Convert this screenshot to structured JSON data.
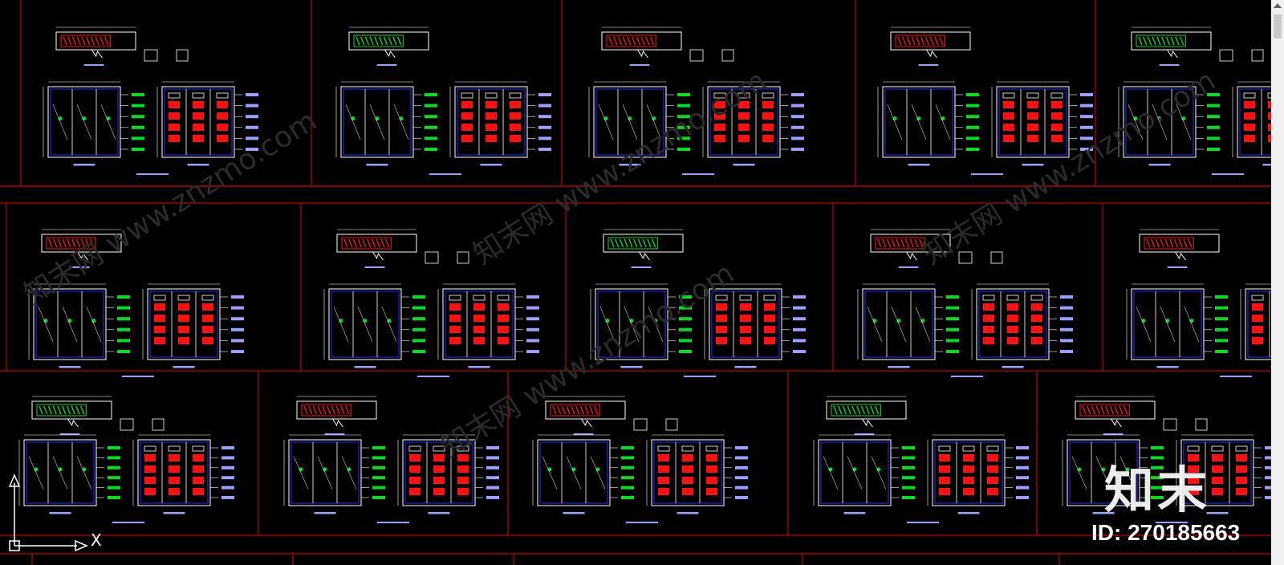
{
  "watermark": {
    "logo_text": "知末",
    "id_text": "ID: 270185663",
    "background_text": "知末网 www.znzmo.com"
  },
  "ucs": {
    "x_label": "X"
  },
  "colors": {
    "frame": "#c00000",
    "line": "#ffffff",
    "cyan": "#00c8ff",
    "blue": "#2030ff",
    "red": "#ff1010",
    "green": "#00e020",
    "label": "#9aa0ff",
    "background": "#000000"
  },
  "drawing": {
    "rows": 3,
    "panels_per_row": [
      5,
      5,
      5
    ],
    "caption": ""
  }
}
